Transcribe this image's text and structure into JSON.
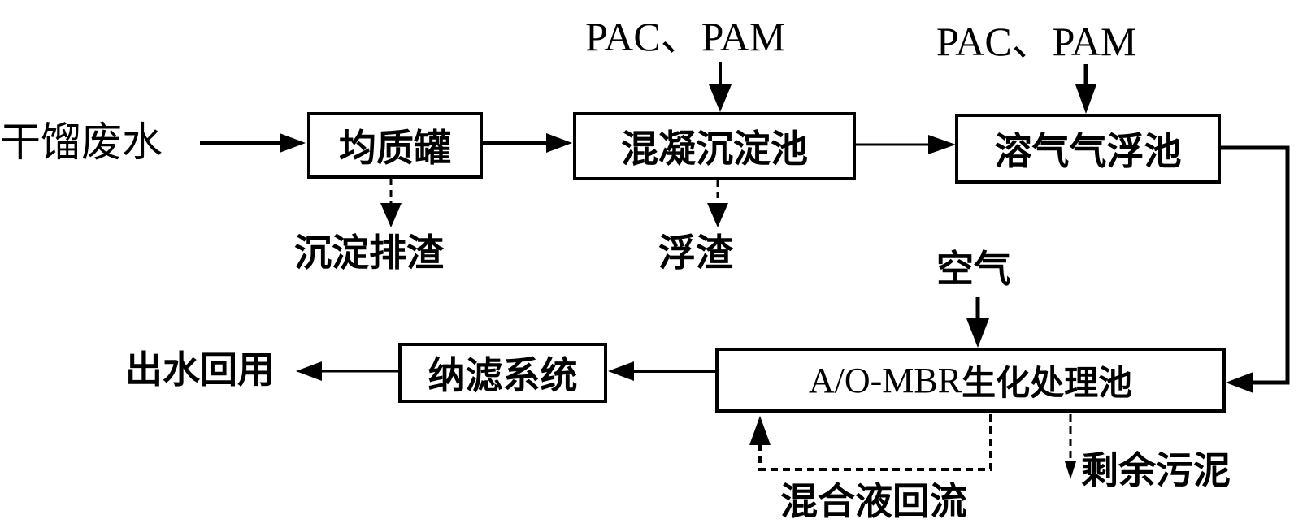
{
  "diagram": {
    "type": "process-flow",
    "inputs": {
      "raw_water": "干馏废水",
      "chemicals_1": "PAC、PAM",
      "chemicals_2": "PAC、PAM",
      "air": "空气"
    },
    "nodes": {
      "equalization_tank": "均质罐",
      "coagulation_sedimentation": "混凝沉淀池",
      "dissolved_air_flotation": "溶气气浮池",
      "ao_mbr_prefix": "A/O-MBR",
      "ao_mbr_suffix": "生化处理池",
      "nanofiltration": "纳滤系统"
    },
    "outputs": {
      "sediment_discharge": "沉淀排渣",
      "scum": "浮渣",
      "mixed_liquor_return": "混合液回流",
      "excess_sludge": "剩余污泥",
      "effluent_reuse": "出水回用"
    },
    "edges": [
      {
        "from": "干馏废水",
        "to": "均质罐",
        "style": "solid"
      },
      {
        "from": "均质罐",
        "to": "混凝沉淀池",
        "style": "solid"
      },
      {
        "from": "PAC、PAM",
        "to": "混凝沉淀池",
        "style": "solid"
      },
      {
        "from": "混凝沉淀池",
        "to": "溶气气浮池",
        "style": "solid"
      },
      {
        "from": "PAC、PAM",
        "to": "溶气气浮池",
        "style": "solid"
      },
      {
        "from": "溶气气浮池",
        "to": "A/O-MBR生化处理池",
        "style": "solid"
      },
      {
        "from": "空气",
        "to": "A/O-MBR生化处理池",
        "style": "solid"
      },
      {
        "from": "A/O-MBR生化处理池",
        "to": "纳滤系统",
        "style": "solid"
      },
      {
        "from": "纳滤系统",
        "to": "出水回用",
        "style": "solid"
      },
      {
        "from": "均质罐",
        "to": "沉淀排渣",
        "style": "dashed"
      },
      {
        "from": "混凝沉淀池",
        "to": "浮渣",
        "style": "dashed"
      },
      {
        "from": "A/O-MBR生化处理池",
        "to": "A/O-MBR生化处理池",
        "label": "混合液回流",
        "style": "dashed"
      },
      {
        "from": "A/O-MBR生化处理池",
        "to": "剩余污泥",
        "style": "dashed"
      }
    ]
  }
}
